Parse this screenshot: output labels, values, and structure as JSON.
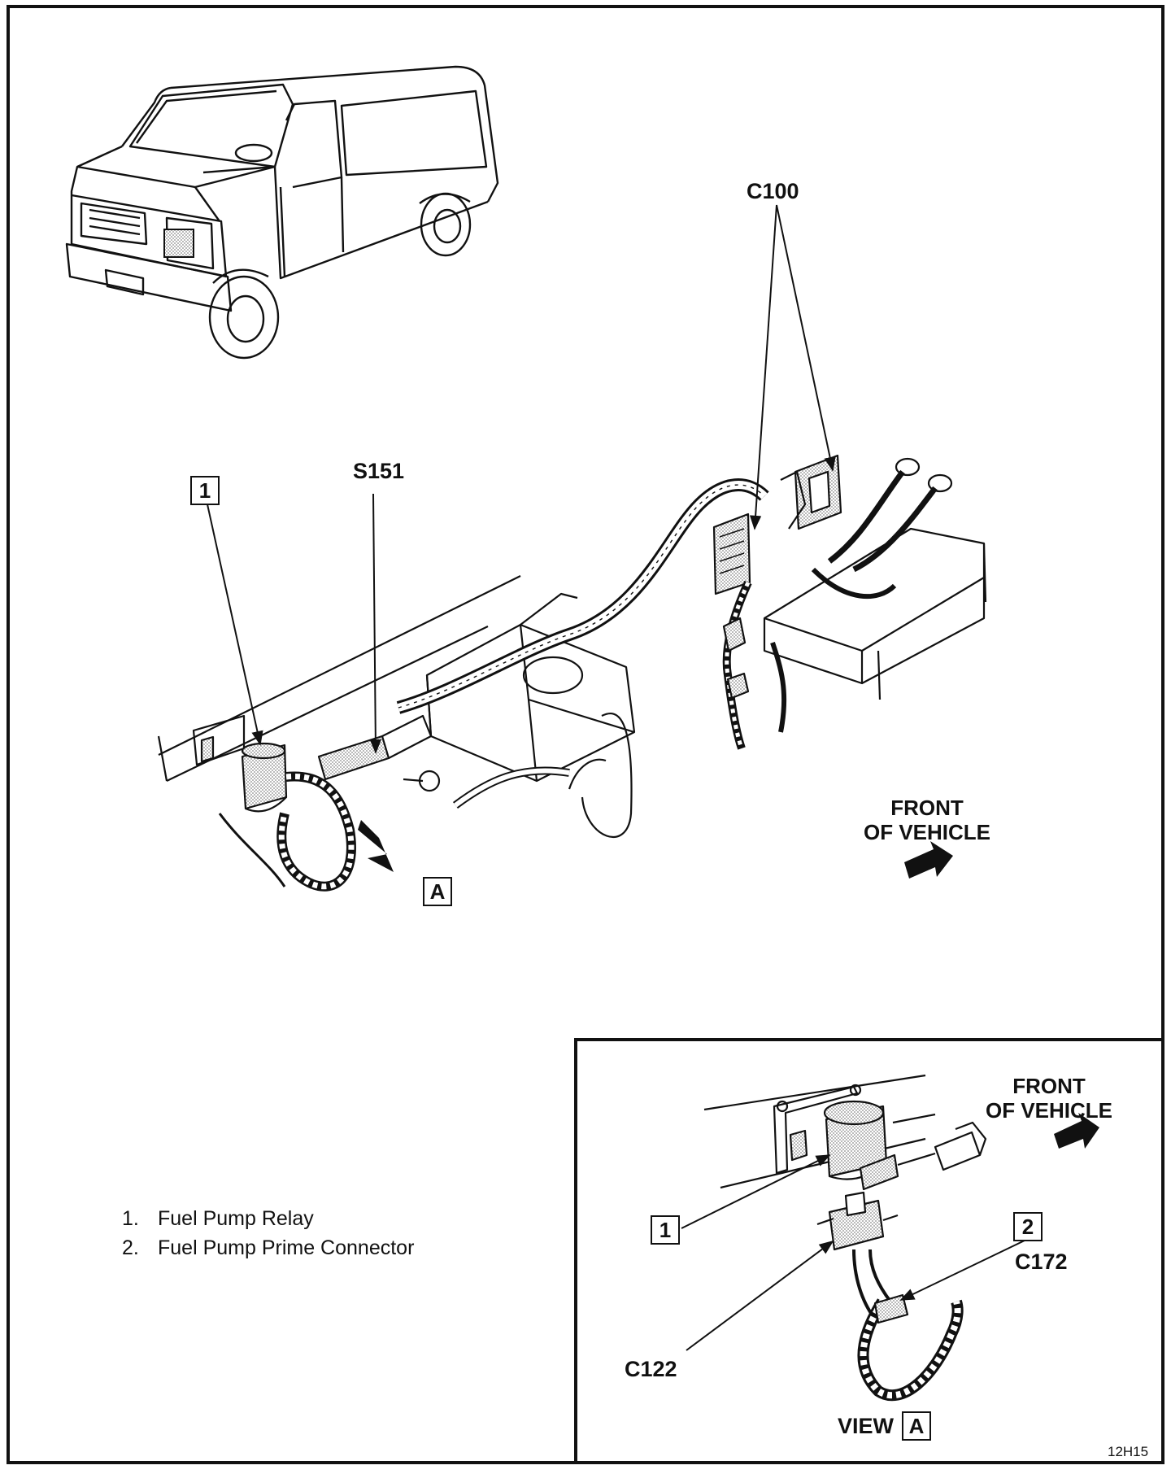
{
  "diagram": {
    "labels": {
      "c100": "C100",
      "s151": "S151",
      "front_main_line1": "FRONT",
      "front_main_line2": "OF VEHICLE",
      "front_inset_line1": "FRONT",
      "front_inset_line2": "OF VEHICLE",
      "c172": "C172",
      "c122": "C122",
      "view": "VIEW",
      "figure_code": "12H15"
    },
    "callouts": {
      "main_relay": "1",
      "main_view": "A",
      "inset_relay": "1",
      "inset_prime": "2",
      "inset_view": "A"
    },
    "legend": [
      {
        "num": "1.",
        "text": "Fuel Pump Relay"
      },
      {
        "num": "2.",
        "text": "Fuel Pump Prime Connector"
      }
    ]
  }
}
